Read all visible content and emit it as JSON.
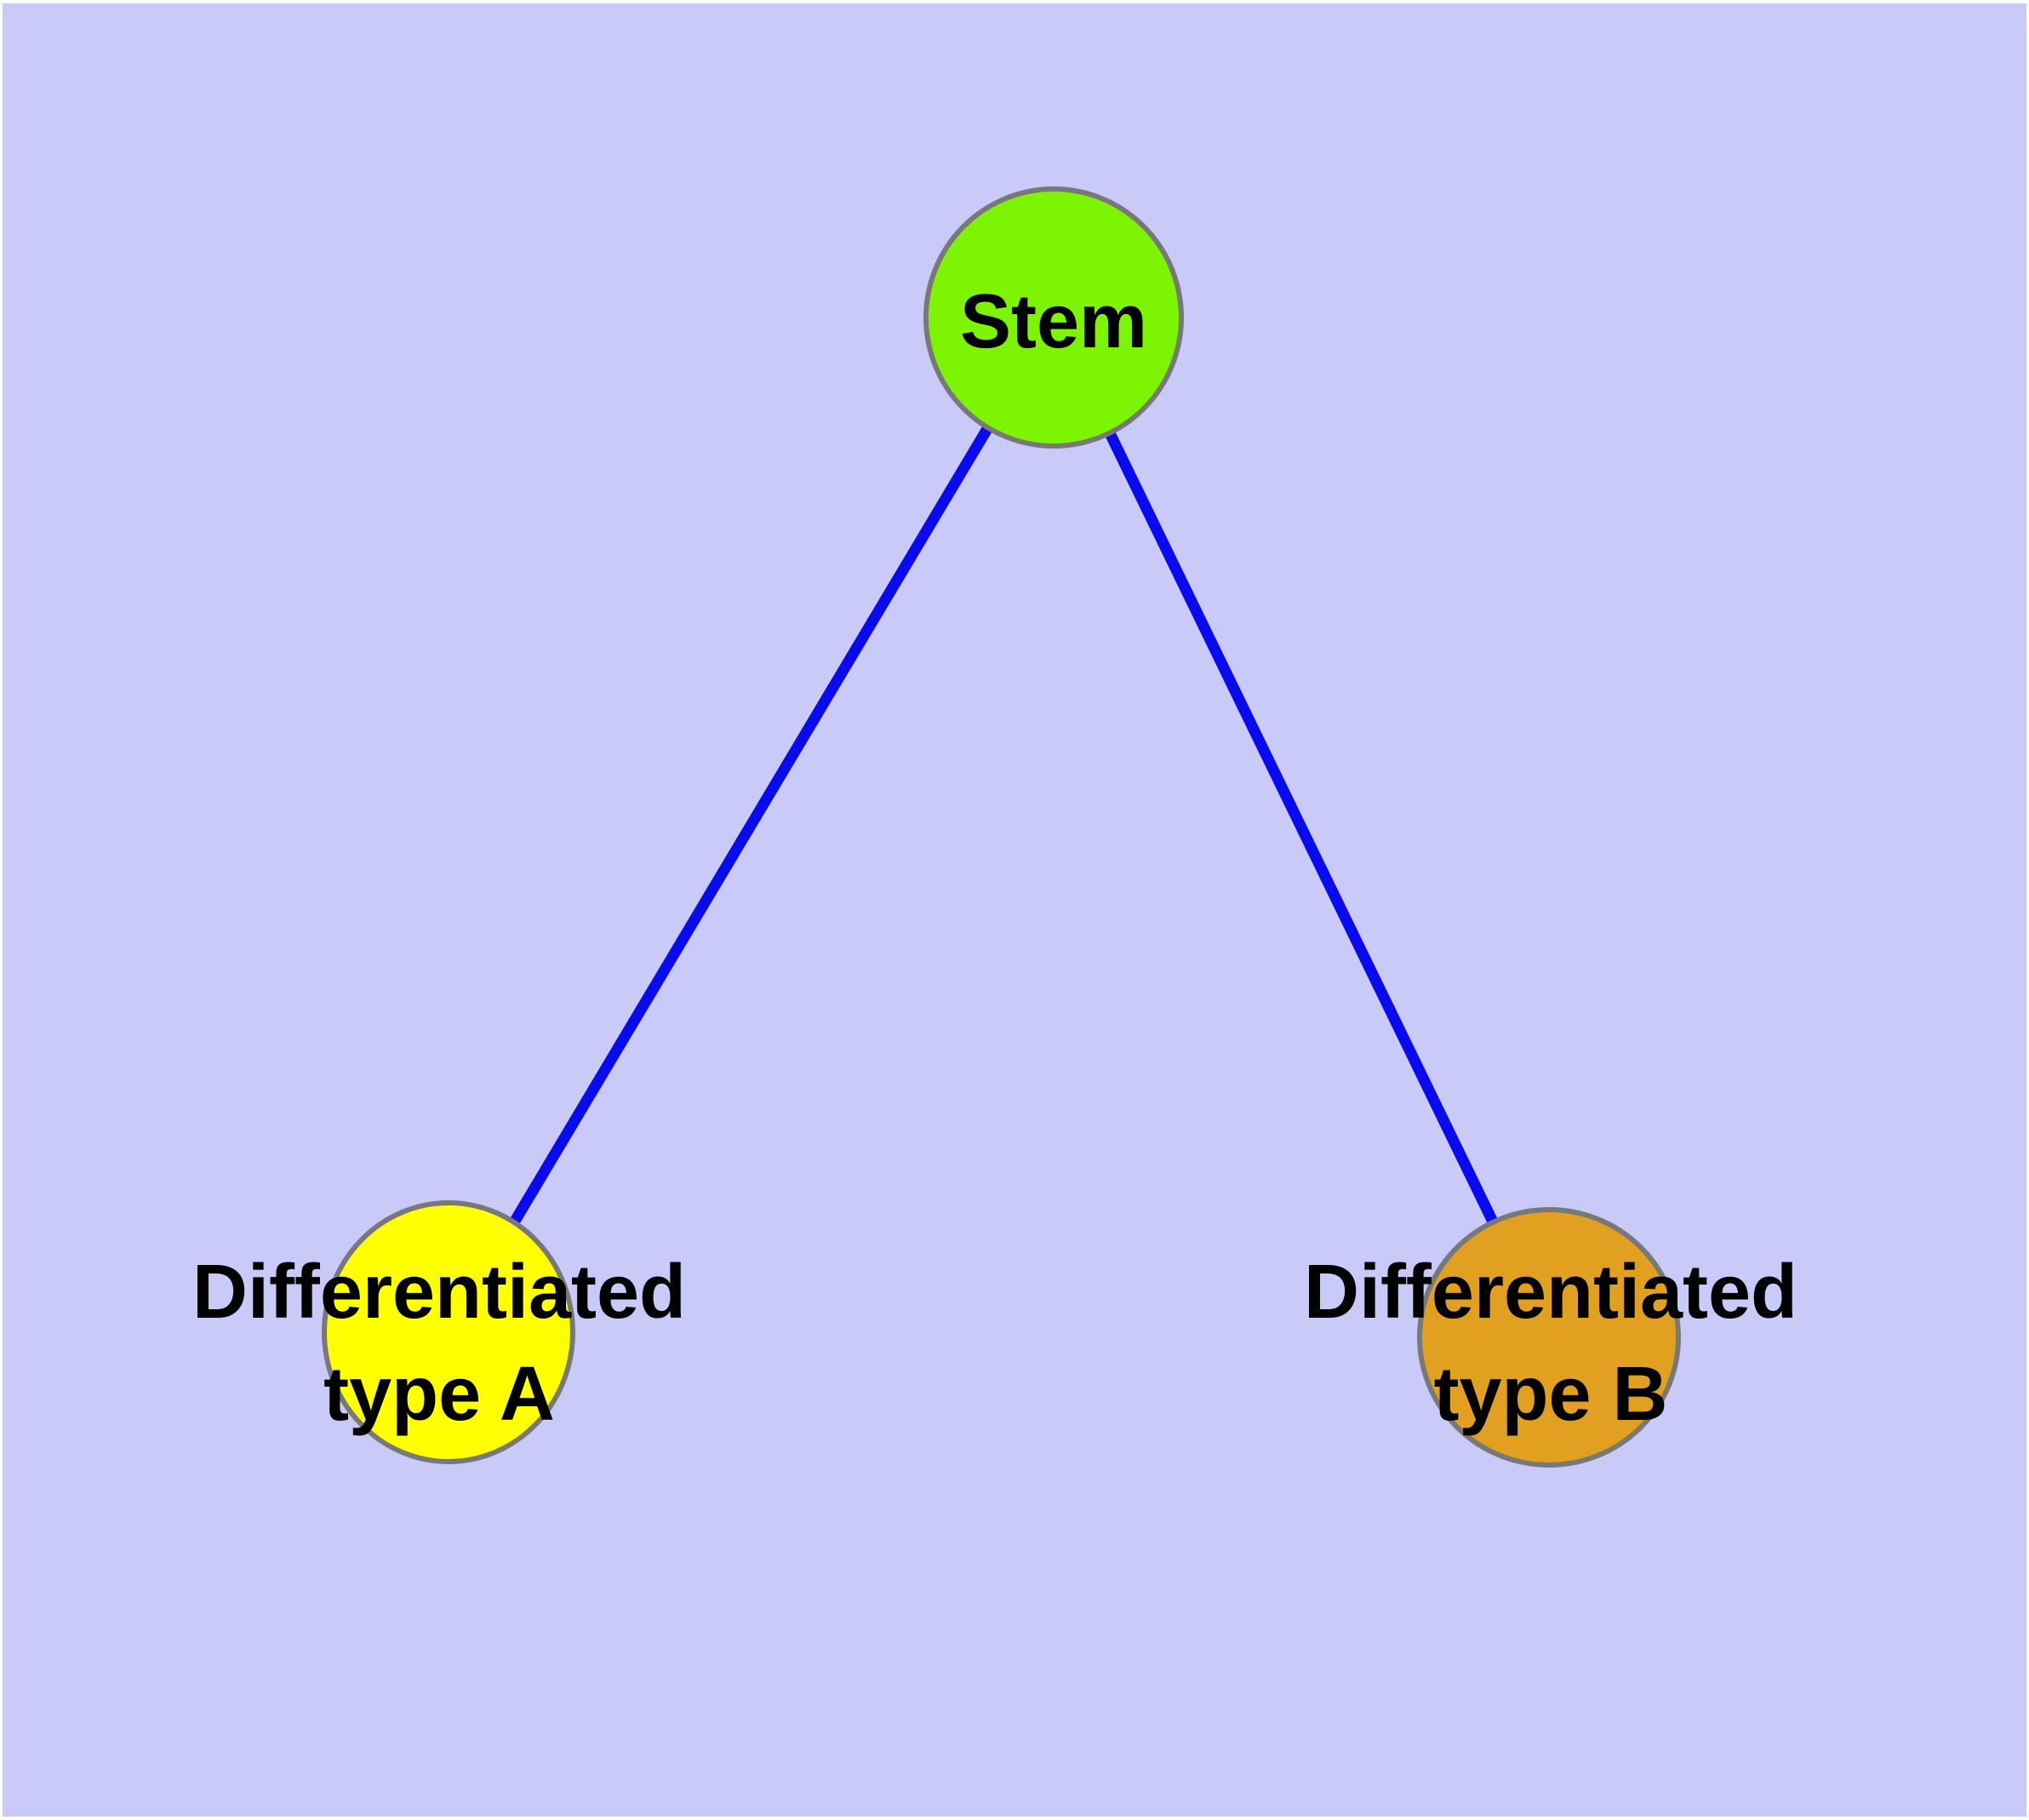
{
  "figure": {
    "type": "graph-diagram",
    "background_color": "#CACAF9",
    "frame_color": "#FFFFFF",
    "edge_color": "#0A0AEE",
    "edge_width": "13",
    "node_border_color": "#787878",
    "node_border_width": "6",
    "label_color": "#000000",
    "nodes": [
      {
        "id": "stem",
        "label": "Stem",
        "line1": "Stem",
        "line2": "",
        "fill": "#7DF402"
      },
      {
        "id": "differentiated-type-a",
        "label": "Differentiated type A",
        "line1": "Differentiated",
        "line2": "type A",
        "fill": "#FFFF00"
      },
      {
        "id": "differentiated-type-b",
        "label": "Differentiated type B",
        "line1": "Differentiated",
        "line2": "type B",
        "fill": "#E2A020"
      }
    ],
    "edges": [
      {
        "from": "Stem",
        "to": "Differentiated type A"
      },
      {
        "from": "Stem",
        "to": "Differentiated type B"
      }
    ]
  }
}
